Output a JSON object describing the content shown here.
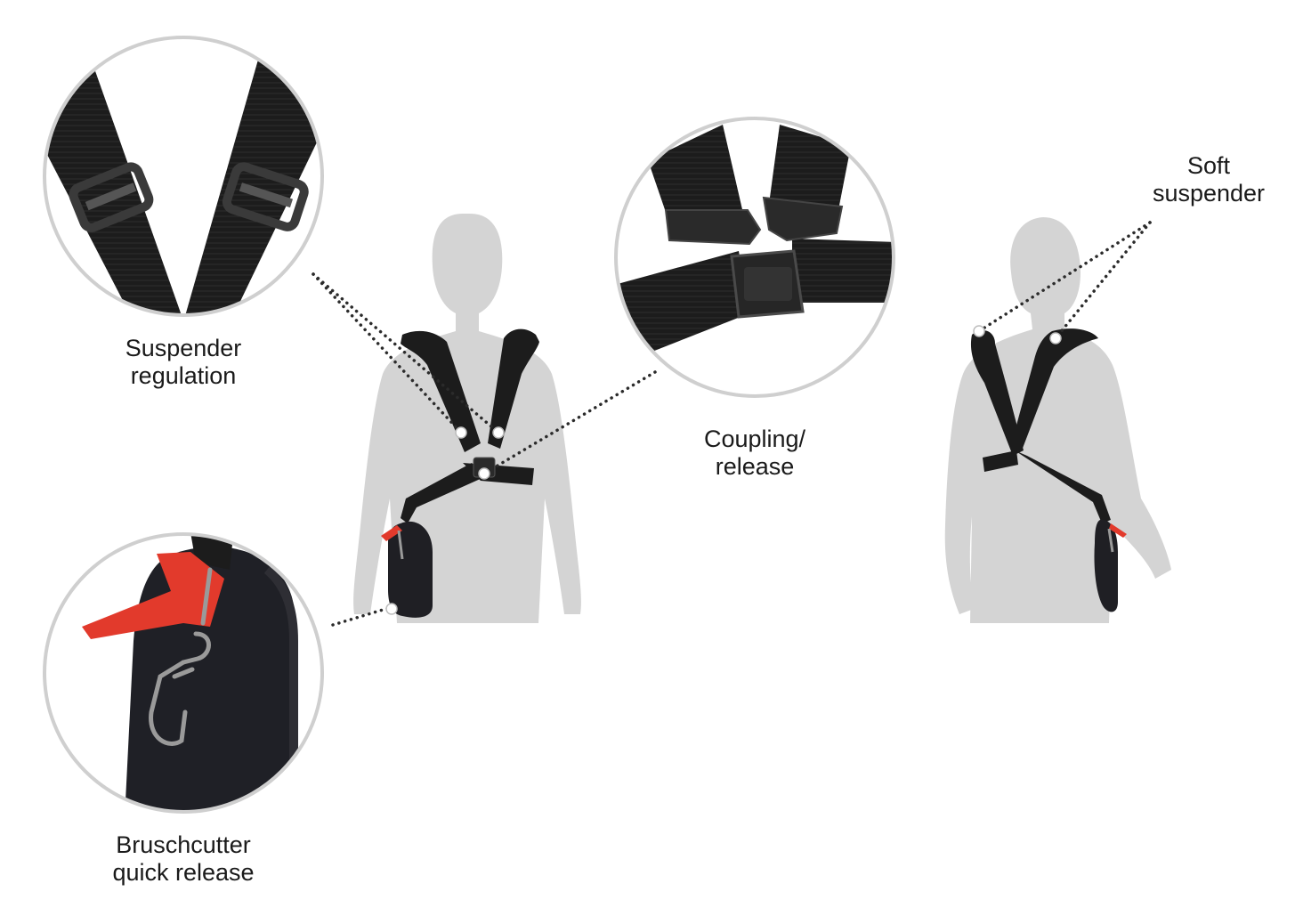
{
  "callouts": {
    "suspender_regulation": {
      "line1": "Suspender",
      "line2": "regulation"
    },
    "coupling_release": {
      "line1": "Coupling/",
      "line2": "release"
    },
    "soft_suspender": {
      "line1": "Soft",
      "line2": "suspender"
    },
    "quick_release": {
      "line1": "Bruschcutter",
      "line2": "quick release"
    }
  },
  "colors": {
    "silhouette": "#d4d4d4",
    "strap": "#1c1c1c",
    "strap_highlight": "#3a3a3a",
    "buckle": "#2a2a2a",
    "red_tab": "#e23a2c",
    "metal_clip": "#9a9a9a",
    "circle_border": "#cfcfcf",
    "dotted_line": "#2b2b2b",
    "text": "#1a1a1a"
  }
}
